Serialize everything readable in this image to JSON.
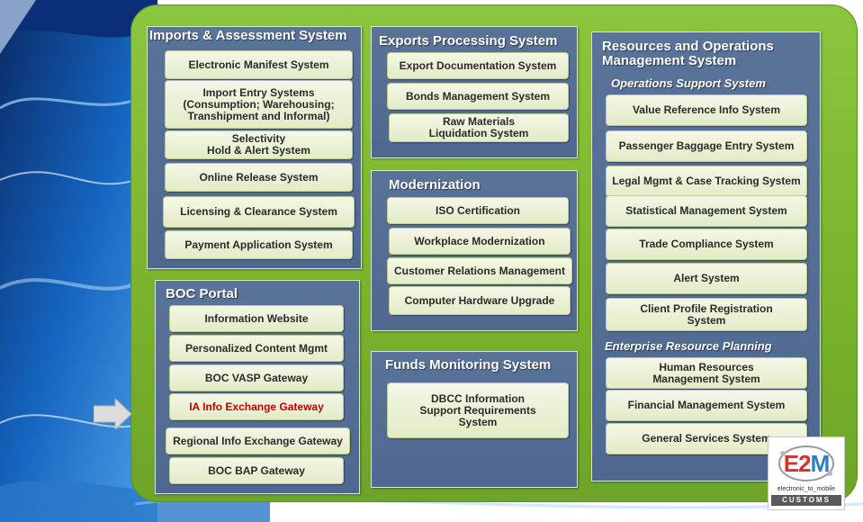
{
  "imports": {
    "title": "Imports & Assessment System",
    "items": [
      "Electronic Manifest System",
      "Import Entry Systems\n(Consumption; Warehousing;\nTranshipment and Informal)",
      "Selectivity\nHold & Alert System",
      "Online Release System",
      "Licensing & Clearance System",
      "Payment Application System"
    ]
  },
  "exports": {
    "title": "Exports Processing System",
    "items": [
      "Export Documentation System",
      "Bonds Management System",
      "Raw Materials\nLiquidation System"
    ]
  },
  "modernization": {
    "title": "Modernization",
    "items": [
      "ISO Certification",
      "Workplace Modernization",
      "Customer Relations Management",
      "Computer Hardware Upgrade"
    ]
  },
  "funds": {
    "title": "Funds Monitoring System",
    "items": [
      "DBCC Information\nSupport Requirements\nSystem"
    ]
  },
  "portal": {
    "title": "BOC Portal",
    "items": [
      "Information Website",
      "Personalized Content Mgmt",
      "BOC VASP Gateway",
      "IA Info Exchange Gateway",
      "Regional Info Exchange Gateway",
      "BOC BAP Gateway"
    ]
  },
  "resources": {
    "title": "Resources and Operations\nManagement System",
    "ops_title": "Operations Support System",
    "ops_items": [
      "Value Reference Info System",
      "Passenger Baggage Entry System",
      "Legal Mgmt & Case Tracking System",
      "Statistical Management System",
      "Trade Compliance System",
      "Alert System",
      "Client Profile Registration\nSystem"
    ],
    "erp_title": "Enterprise Resource Planning",
    "erp_items": [
      "Human Resources\nManagement System",
      "Financial Management System",
      "General Services System"
    ]
  },
  "logo": {
    "brand_e2": "E2",
    "brand_m": "M",
    "tagline": "electronic_to_mobile",
    "band": "CUSTOMS"
  },
  "colors": {
    "panel": "#5a7398",
    "background_green": "#7ab52d",
    "highlight_text": "#c00000"
  }
}
